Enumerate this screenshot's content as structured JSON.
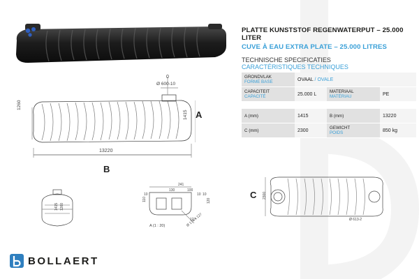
{
  "header": {
    "title": "PLATTE KUNSTSTOF REGENWATERPUT – 25.000 LITER",
    "subtitle": "CUVE À EAU EXTRA PLATE – 25.000 LITRES",
    "spec_heading_nl": "TECHNISCHE SPECIFICATIES",
    "spec_heading_fr": "CARACTÉRISTIQUES TECHNIQUES"
  },
  "specs": {
    "grondvlak_label": "GRONDVLAK",
    "grondvlak_label_fr": "FORME BASE",
    "grondvlak_value": "OVAAL",
    "grondvlak_value_sep": "/",
    "grondvlak_value_fr": "OVALE",
    "capaciteit_label": "CAPACITEIT",
    "capaciteit_label_fr": "CAPACITÉ",
    "capaciteit_value": "25.000 L",
    "materiaal_label": "MATERIAAL",
    "materiaal_label_fr": "MATÉRIAU",
    "materiaal_value": "PE",
    "a_label": "A (mm)",
    "a_value": "1415",
    "b_label": "B (mm)",
    "b_value": "13220",
    "c_label": "C (mm)",
    "c_value": "2300",
    "gewicht_label": "GEWICHT",
    "gewicht_label_fr": "POIDS",
    "gewicht_value": "850 kg"
  },
  "drawing": {
    "dim_0": "0",
    "dim_opening": "Ø 600-10",
    "dim_1260": "1260",
    "dim_1415": "1415",
    "dim_13220": "13220",
    "letter_a": "A",
    "letter_b": "B",
    "letter_c": "C",
    "detail_label": "A (1 : 20)",
    "detail_241": "241",
    "detail_130": "130",
    "detail_100": "100",
    "detail_10a": "10",
    "detail_10b": "10",
    "detail_10c": "10",
    "detail_110": "110",
    "detail_120": "120",
    "detail_127": "127",
    "detail_diag": "Ø 174 x 127",
    "detail_1415": "1415",
    "detail_1260": "1260",
    "top_opening": "Ø 613-2",
    "top_2300": "2300"
  },
  "brand": {
    "name": "BOLLAERT",
    "icon": "bollaert-b-logo-icon",
    "color": "#2f7fbf"
  },
  "colors": {
    "accent": "#3aa0d8",
    "tank": "#1e1e1e"
  }
}
